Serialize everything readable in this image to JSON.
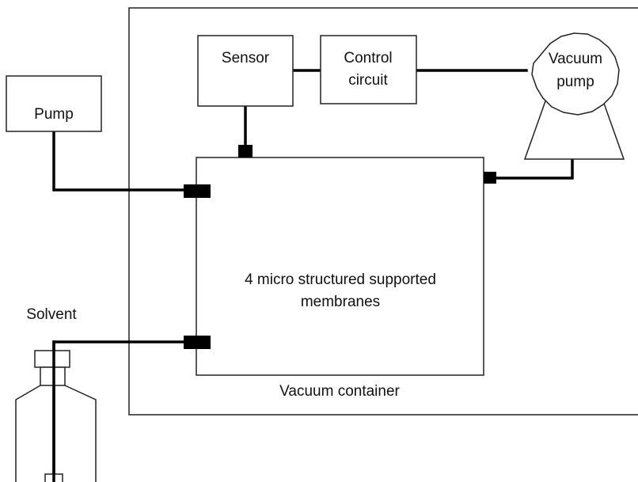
{
  "colors": {
    "line": "#222222",
    "pipe": "#000000",
    "fitting": "#000000",
    "background": "#ffffff"
  },
  "labels": {
    "pump": "Pump",
    "sensor": "Sensor",
    "control_circuit_line1": "Control",
    "control_circuit_line2": "circuit",
    "vacuum_pump_line1": "Vacuum",
    "vacuum_pump_line2": "pump",
    "membranes_line1": "4 micro structured supported",
    "membranes_line2": "membranes",
    "solvent": "Solvent",
    "vacuum_container": "Vacuum container"
  }
}
